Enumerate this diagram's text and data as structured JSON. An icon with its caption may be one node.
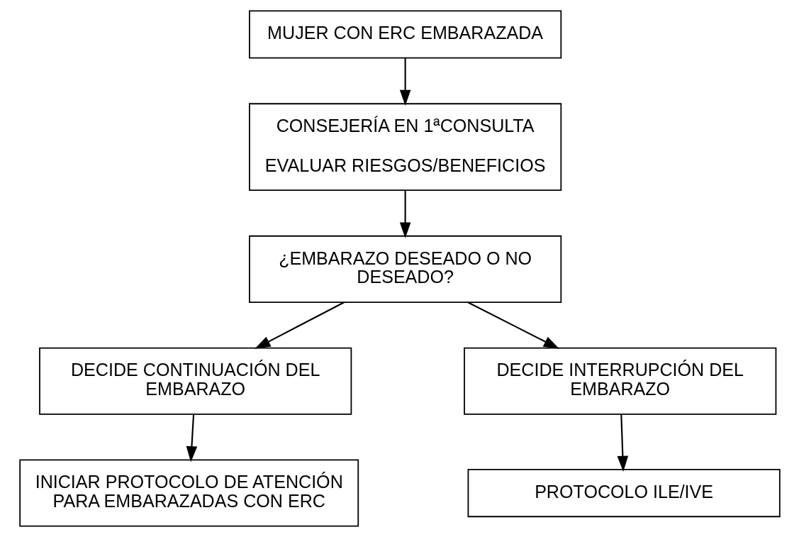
{
  "diagram": {
    "nodes": [
      {
        "text": [
          "MUJER CON ERC EMBARAZADA"
        ]
      },
      {
        "text": [
          "CONSEJERÍA EN 1ªCONSULTA",
          "EVALUAR RIESGOS/BENEFICIOS"
        ]
      },
      {
        "text": [
          "¿EMBARAZO DESEADO O NO DESEADO?"
        ]
      },
      {
        "text": [
          "DECIDE CONTINUACIÓN DEL EMBARAZO"
        ]
      },
      {
        "text": [
          "DECIDE INTERRUPCIÓN DEL EMBARAZO"
        ]
      },
      {
        "text": [
          "INICIAR PROTOCOLO DE ATENCIÓN PARA EMBARAZADAS CON ERC"
        ]
      },
      {
        "text": [
          "PROTOCOLO ILE/IVE"
        ]
      }
    ],
    "edges": [
      {
        "from": 0,
        "to": 1,
        "arrow": "to"
      },
      {
        "from": 1,
        "to": 2,
        "arrow": "to"
      },
      {
        "from": 2,
        "to": 3,
        "arrow": "to"
      },
      {
        "from": 2,
        "to": 4,
        "arrow": "to"
      },
      {
        "from": 3,
        "to": 5,
        "arrow": "to"
      },
      {
        "from": 4,
        "to": 6,
        "arrow": "to"
      }
    ]
  }
}
